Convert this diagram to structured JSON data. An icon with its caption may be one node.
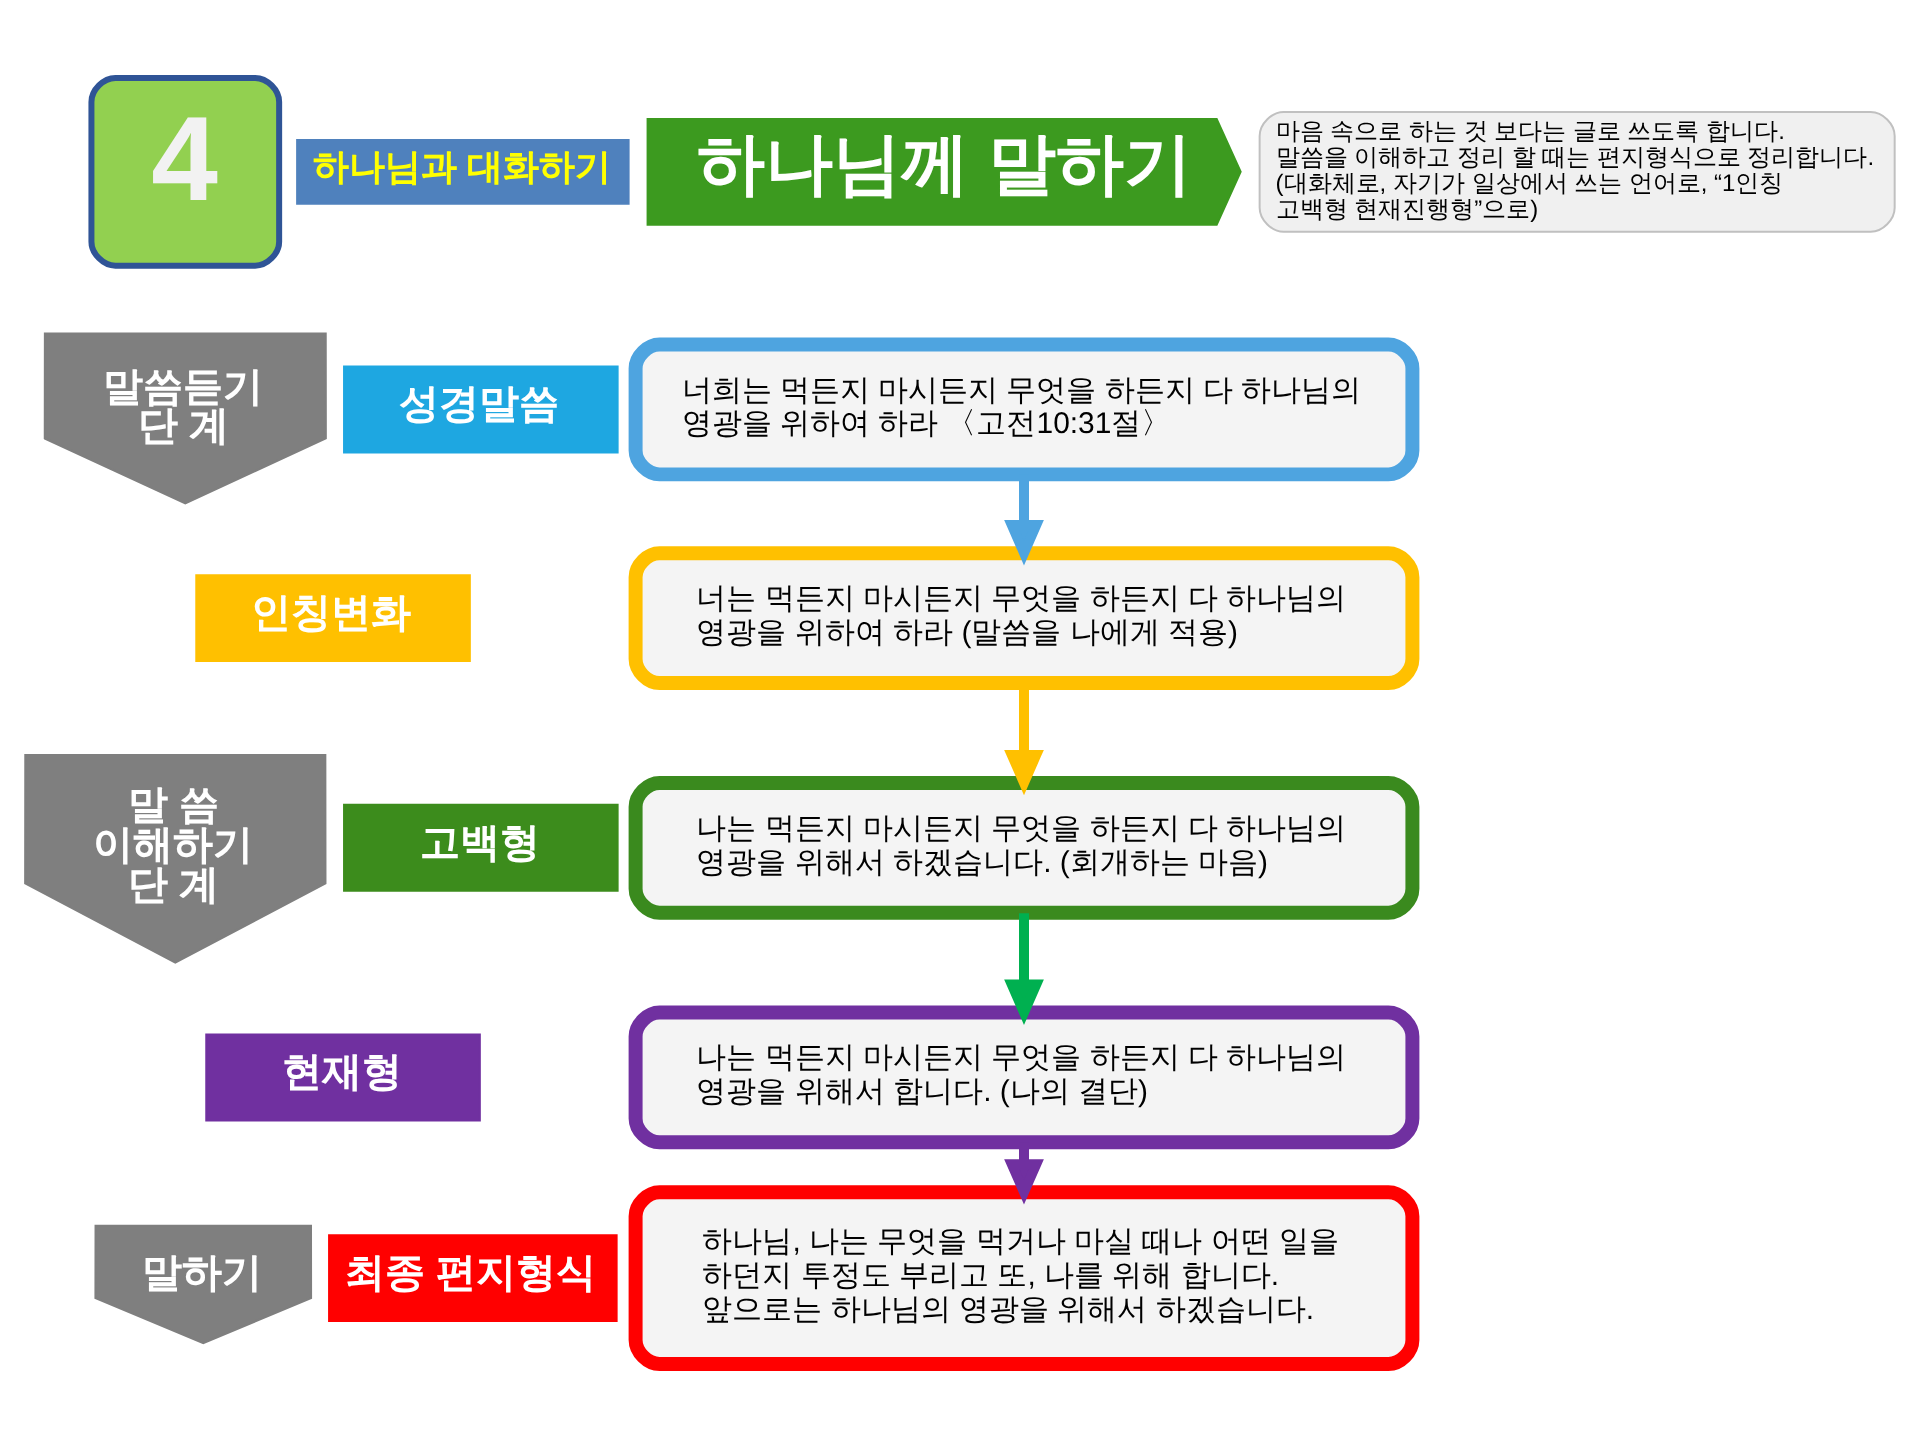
{
  "diagram": {
    "nodes": [
      {
        "text": [
          "4"
        ]
      },
      {
        "text": [
          "하나님과 대화하기"
        ]
      },
      {
        "text": [
          "하나님께 말하기"
        ]
      },
      {
        "text": [
          "마음 속으로 하는 것 보다는 글로 쓰도록 합니다. 말씀을 이해하고 정리 할 때는 편지형식으로 정리합니다. (대화체로, 자기가 일상에서 쓰는 언어로, “1인칭 고백형 현재진행형”으로)"
        ]
      },
      {
        "text": [
          "말씀듣기 단 계"
        ]
      },
      {
        "text": [
          "성경말씀"
        ]
      },
      {
        "text": [
          "너희는 먹든지 마시든지 무엇을 하든지 다 하나님의 영광을 위하여 하라 〈고전10:31절〉"
        ]
      },
      {
        "text": [
          "인칭변화"
        ]
      },
      {
        "text": [
          "너는 먹든지 마시든지 무엇을 하든지 다 하나님의 영광을 위하여 하라 (말씀을 나에게 적용)"
        ]
      },
      {
        "text": [
          "말 씀 이해하기 단 계"
        ]
      },
      {
        "text": [
          "고백형"
        ]
      },
      {
        "text": [
          "나는 먹든지 마시든지 무엇을 하든지 다 하나님의 영광을 위해서 하겠습니다. (회개하는 마음)"
        ]
      },
      {
        "text": [
          "현재형"
        ]
      },
      {
        "text": [
          "나는 먹든지 마시든지 무엇을 하든지 다 하나님의 영광을 위해서 합니다. (나의 결단)"
        ]
      },
      {
        "text": [
          "말하기"
        ]
      },
      {
        "text": [
          "최종 편지형식"
        ]
      },
      {
        "text": [
          "하나님, 나는 무엇을 먹거나 마실 때나 어떤 일을 하던지 투정도 부리고 또, 나를 위해 합니다. 앞으로는 하나님의 영광을 위해서 하겠습니다."
        ]
      }
    ],
    "edges": [
      {
        "from": 6,
        "to": 8,
        "arrow": "to",
        "color": "#4ea4e0"
      },
      {
        "from": 8,
        "to": 11,
        "arrow": "to",
        "color": "#ffc000"
      },
      {
        "from": 11,
        "to": 13,
        "arrow": "to",
        "color": "#00b050"
      },
      {
        "from": 13,
        "to": 16,
        "arrow": "to",
        "color": "#7030a0"
      }
    ]
  }
}
